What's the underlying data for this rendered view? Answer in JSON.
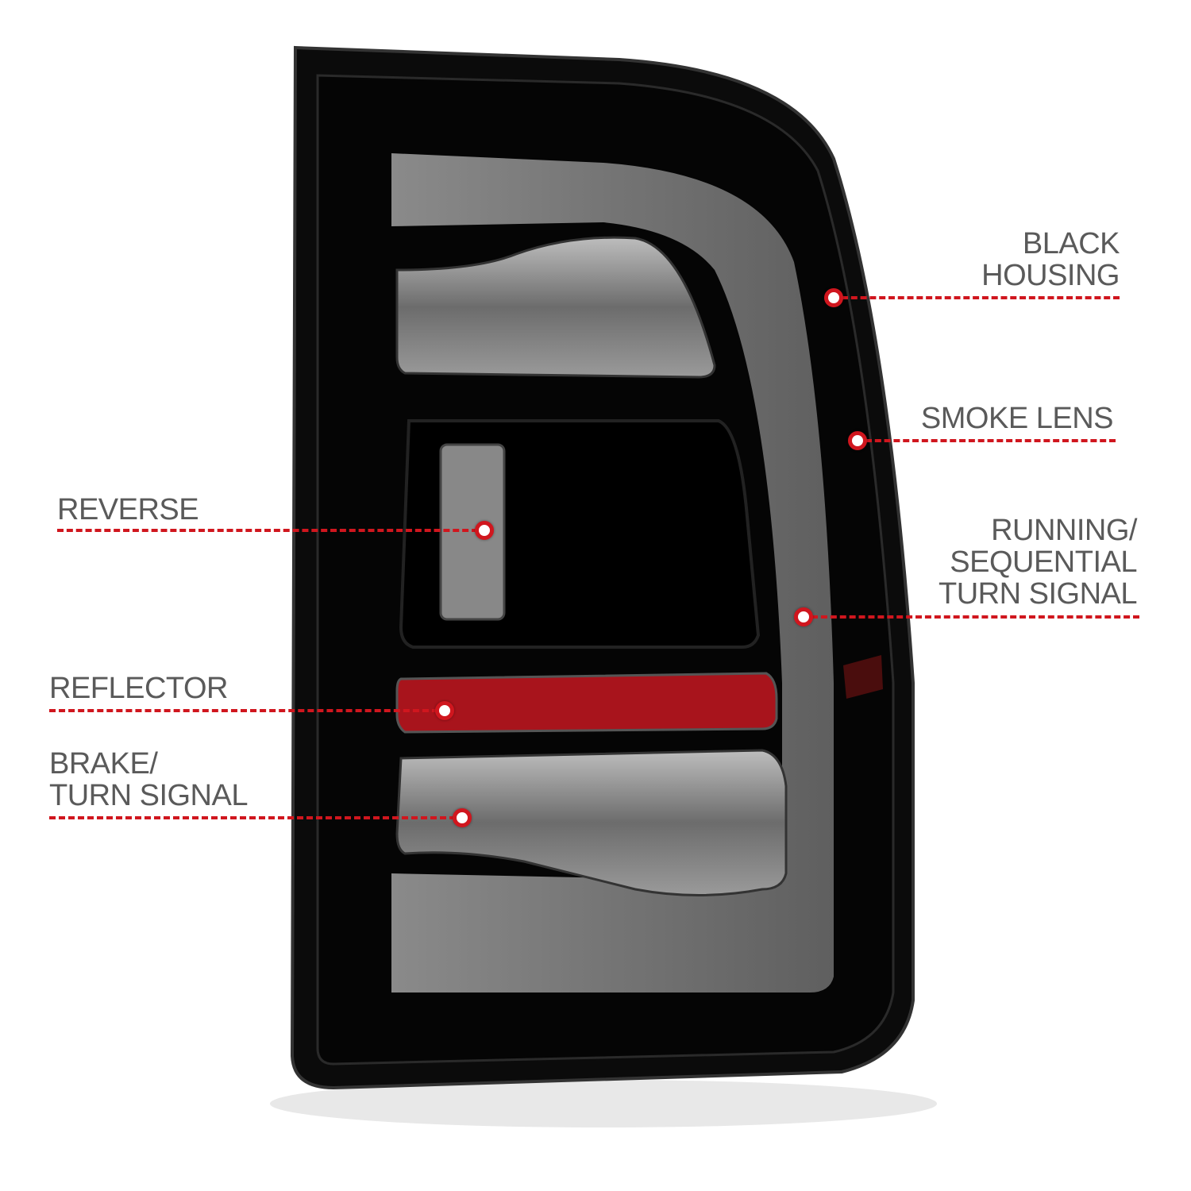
{
  "colors": {
    "callout": "#d0161e",
    "text": "#5a5a5a",
    "housing": "#0b0b0b",
    "reflector": "#a8141c"
  },
  "callouts": {
    "black_housing": {
      "lines": [
        "BLACK",
        "HOUSING"
      ]
    },
    "smoke_lens": {
      "lines": [
        "SMOKE LENS"
      ]
    },
    "running": {
      "lines": [
        "RUNNING/",
        "SEQUENTIAL",
        "TURN SIGNAL"
      ]
    },
    "reverse": {
      "lines": [
        "REVERSE"
      ]
    },
    "reflector": {
      "lines": [
        "REFLECTOR"
      ]
    },
    "brake": {
      "lines": [
        "BRAKE/",
        "TURN SIGNAL"
      ]
    }
  }
}
